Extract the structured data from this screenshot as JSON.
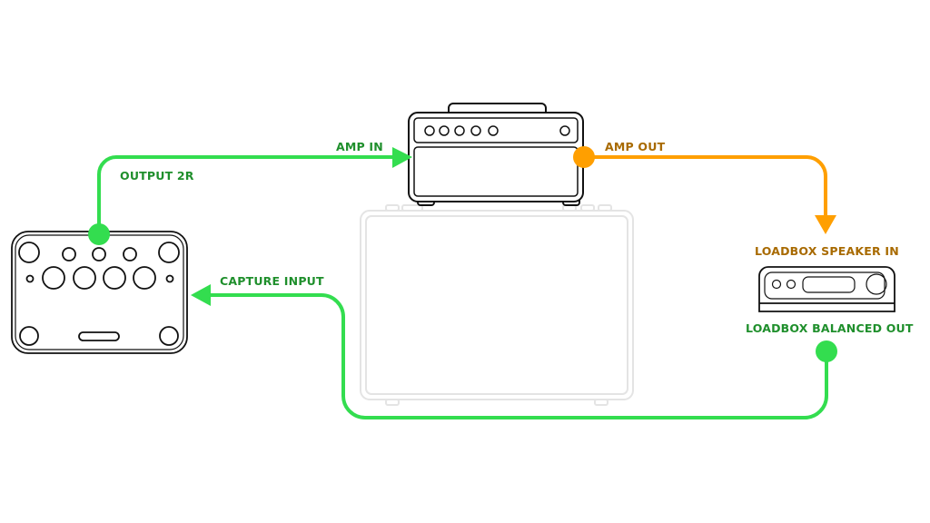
{
  "colors": {
    "cable_green": "#33dd4f",
    "cable_orange": "#ff9f00",
    "label_green": "#1f8f2c",
    "label_orange": "#a86a00"
  },
  "labels": {
    "output_2r": "OUTPUT 2R",
    "amp_in": "AMP IN",
    "amp_out": "AMP OUT",
    "loadbox_speaker_in": "LOADBOX SPEAKER IN",
    "capture_input": "CAPTURE INPUT",
    "loadbox_balanced_out": "LOADBOX BALANCED OUT"
  }
}
